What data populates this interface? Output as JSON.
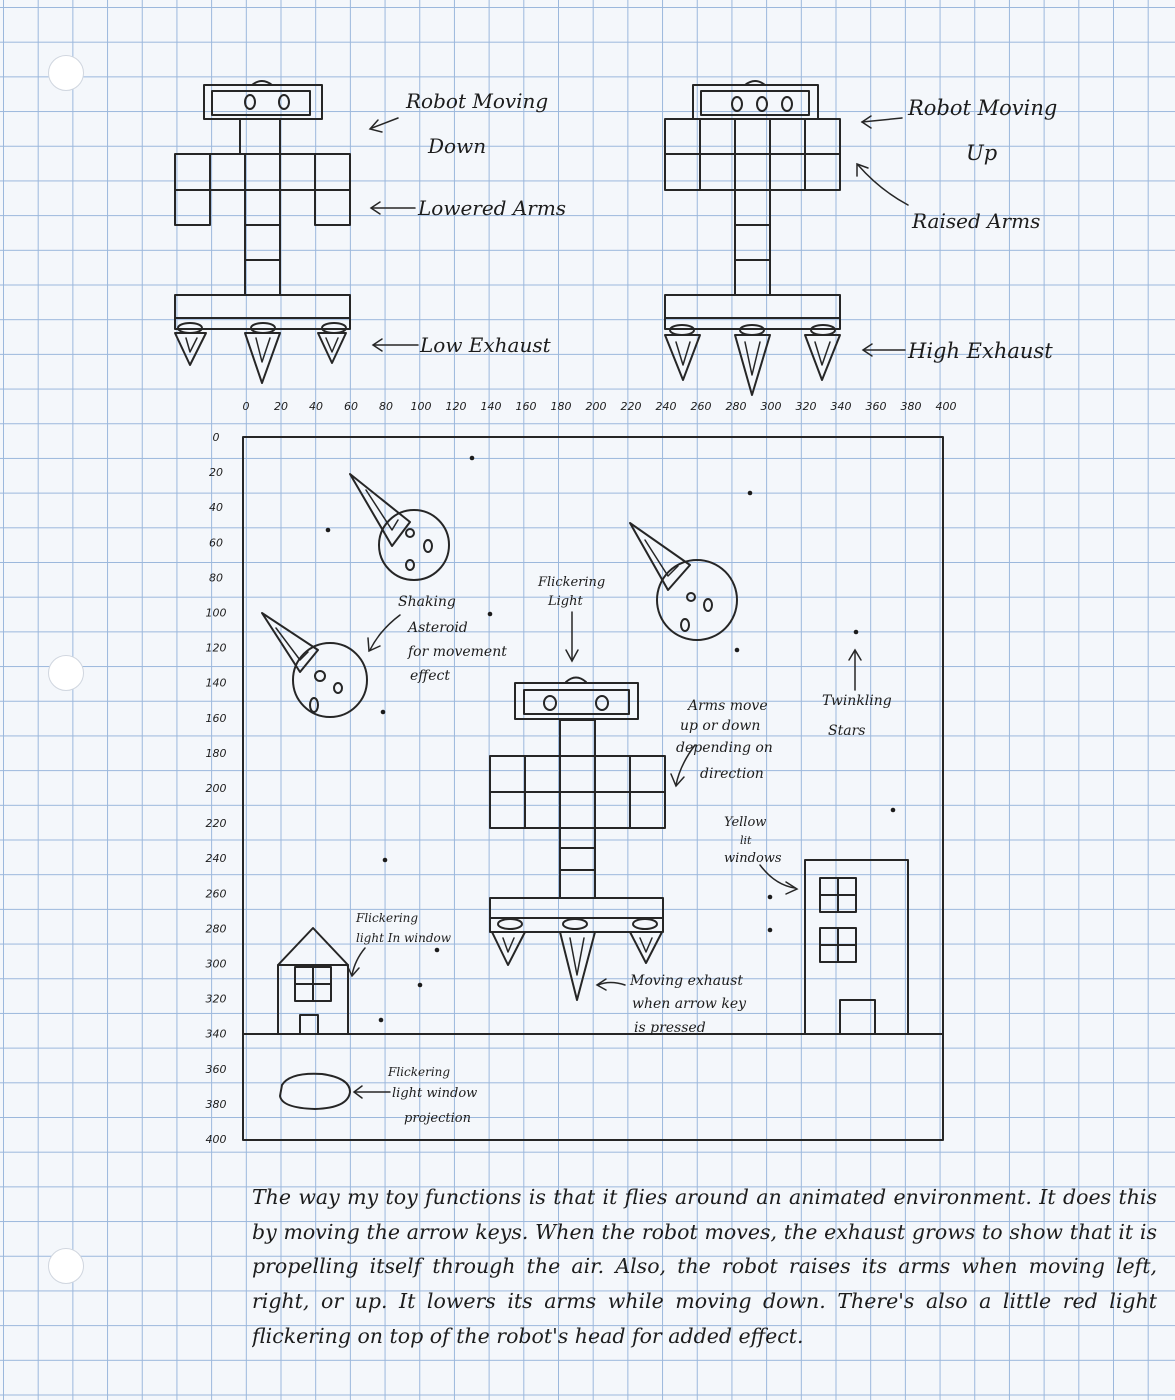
{
  "top_labels": {
    "robot_down_line1": "Robot Moving",
    "robot_down_line2": "Down",
    "lowered_arms": "Lowered Arms",
    "low_exhaust": "Low Exhaust",
    "robot_up_line1": "Robot Moving",
    "robot_up_line2": "Up",
    "raised_arms": "Raised Arms",
    "high_exhaust": "High Exhaust"
  },
  "x_axis_ticks": [
    "0",
    "20",
    "40",
    "60",
    "80",
    "100",
    "120",
    "140",
    "160",
    "180",
    "200",
    "220",
    "240",
    "260",
    "280",
    "300",
    "320",
    "340",
    "360",
    "380",
    "400"
  ],
  "y_axis_ticks": [
    "0",
    "20",
    "40",
    "60",
    "80",
    "100",
    "120",
    "140",
    "160",
    "180",
    "200",
    "220",
    "240",
    "260",
    "280",
    "300",
    "320",
    "340",
    "360",
    "380",
    "400"
  ],
  "scene_labels": {
    "shaking_1": "Shaking",
    "shaking_2": "Asteroid",
    "shaking_3": "for movement",
    "shaking_4": "effect",
    "flicker_top_1": "Flickering",
    "flicker_top_2": "Light",
    "arms_1": "Arms move",
    "arms_2": "up or down",
    "arms_3": "depending on",
    "arms_4": "direction",
    "twinkle_1": "Twinkling",
    "twinkle_2": "Stars",
    "yellow_1": "Yellow",
    "yellow_2": "lit",
    "yellow_3": "windows",
    "window_1": "Flickering",
    "window_2": "light In window",
    "exhaust_1": "Moving exhaust",
    "exhaust_2": "when arrow key",
    "exhaust_3": "is pressed",
    "proj_1": "Flickering",
    "proj_2": "light window",
    "proj_3": "projection"
  },
  "description": "The way my toy functions is that it flies around an animated environment. It does this by moving the arrow keys. When the robot moves, the exhaust grows to show that it is propelling itself through the air. Also, the robot raises its arms when moving left, right, or up. It lowers its arms while moving down. There's also a little red light flickering on top of the robot's head for added effect."
}
